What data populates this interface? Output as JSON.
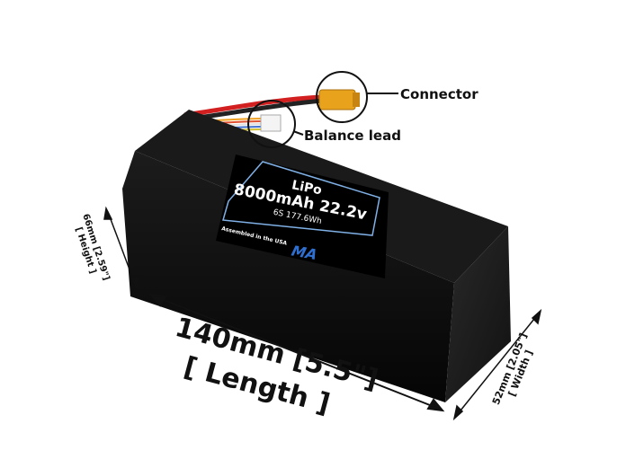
{
  "callouts": {
    "connector": "Connector",
    "balance_lead": "Balance lead"
  },
  "label": {
    "chemistry": "LiPo",
    "capacity_voltage": "8000mAh 22.2v",
    "cells_energy": "6S 177.6Wh",
    "assembled": "Assembled in the USA",
    "logo": "MA"
  },
  "dimensions": {
    "length_value": "140mm [5.5\"]",
    "length_label": "[ Length ]",
    "height_value": "66mm [2.59\"]",
    "height_label": "[ Height ]",
    "width_value": "52mm [2.05\"]",
    "width_label": "[ Width ]"
  },
  "colors": {
    "battery": "#0d0d0d",
    "label_border": "#7fb0e6",
    "logo": "#2f6fd0",
    "connector": "#e8a21c",
    "lead_red": "#d21f1f"
  }
}
